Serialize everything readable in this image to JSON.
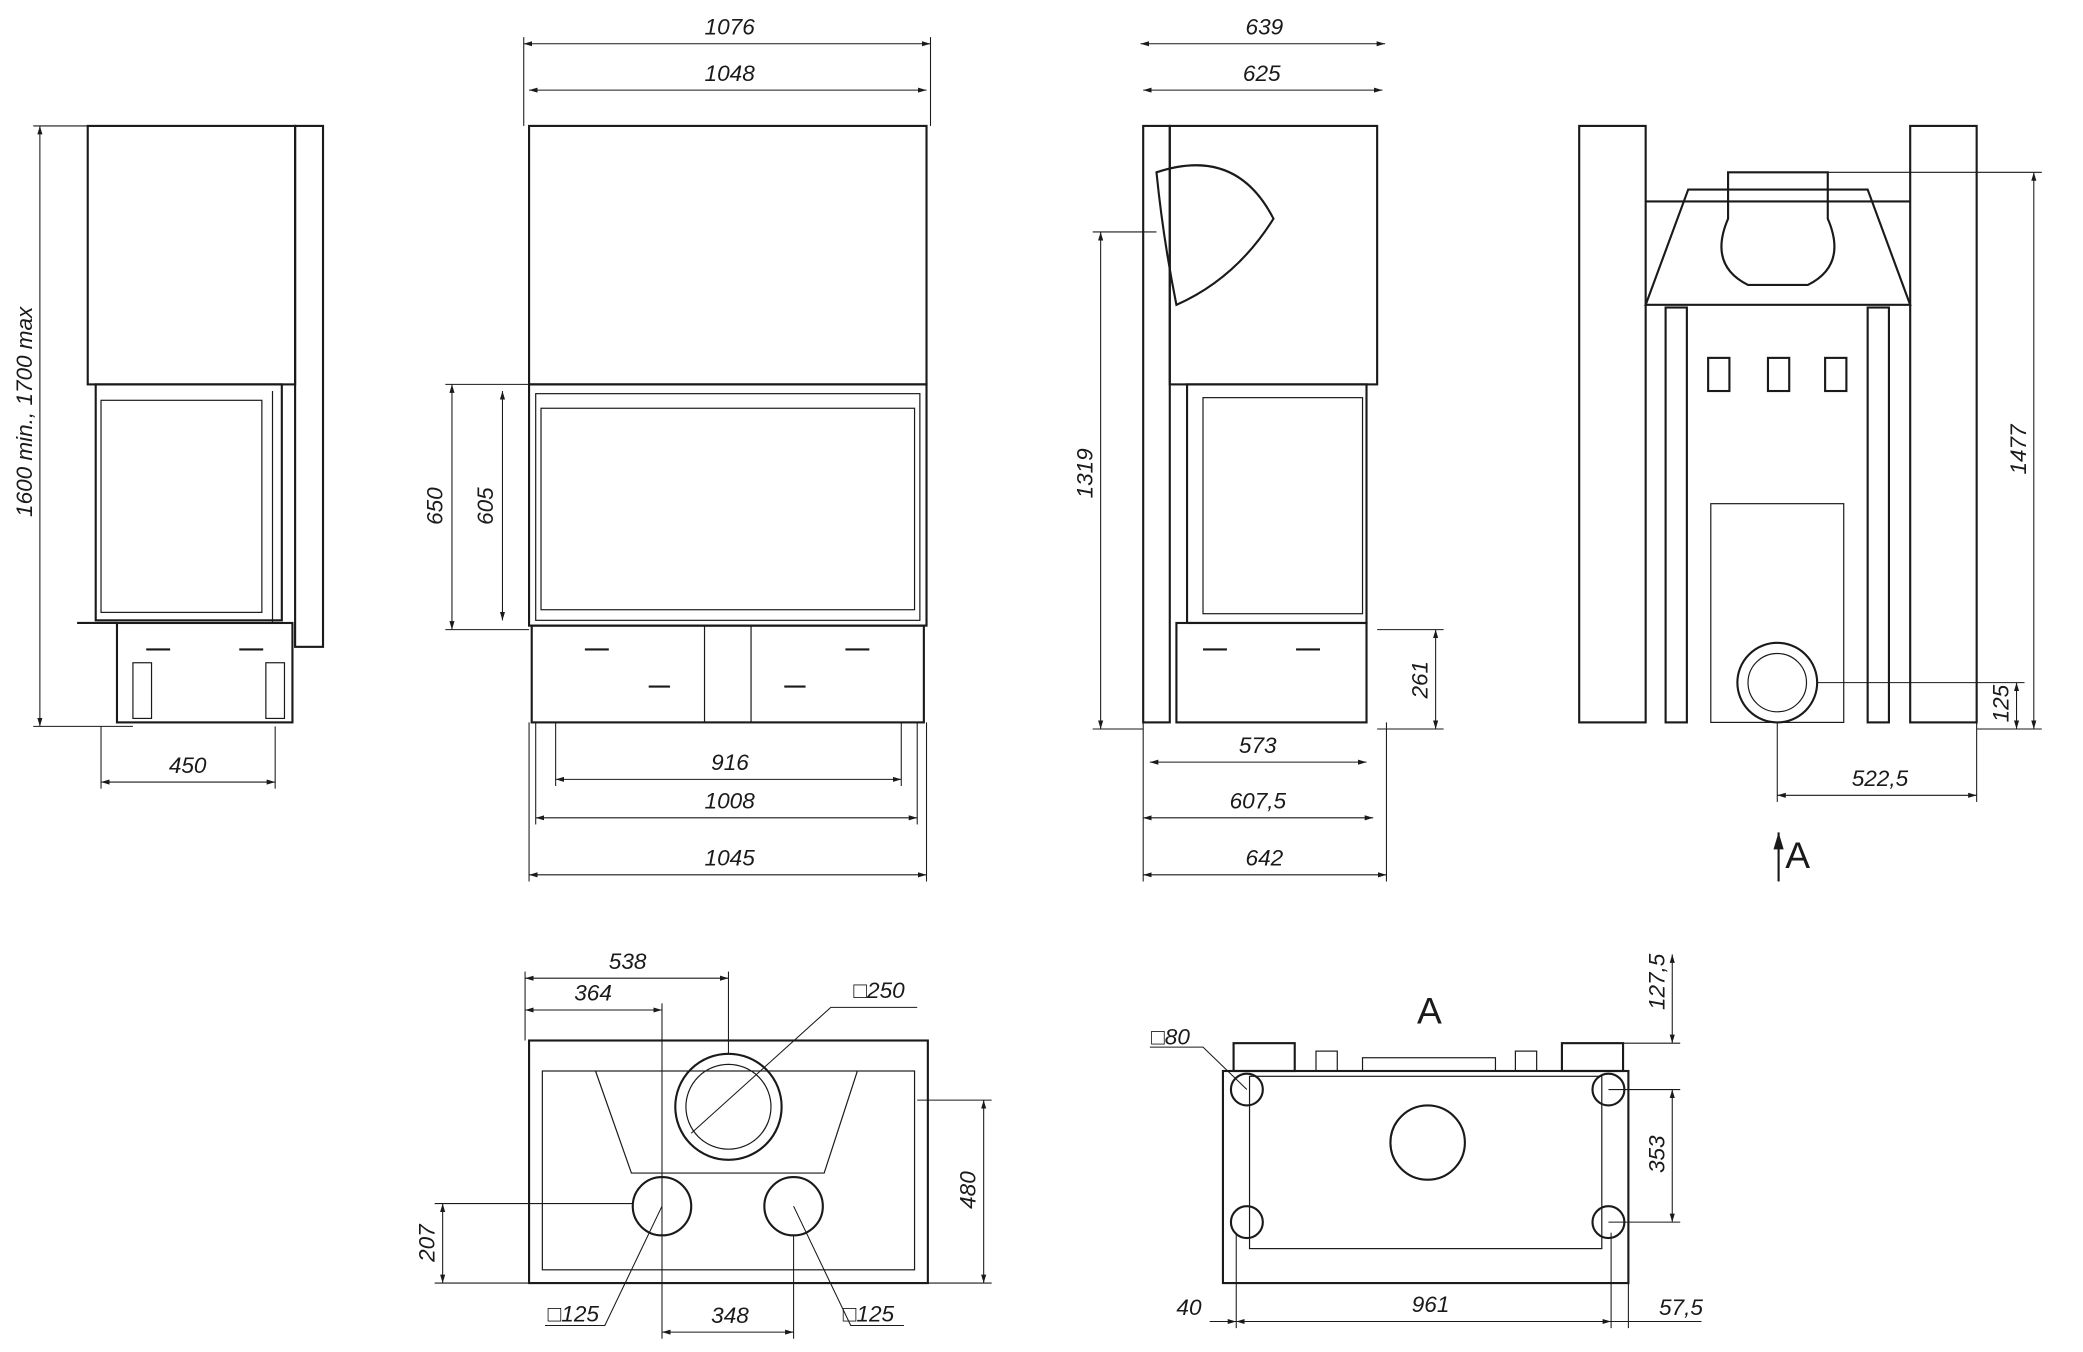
{
  "title": "Fireplace insert dimension drawing",
  "side_view_left": {
    "height": "1600 min., 1700 max",
    "depth": "450"
  },
  "front_view": {
    "w_outer": "1076",
    "w_top": "1048",
    "h_door": "650",
    "h_glass": "605",
    "w_glass": "916",
    "w_frame": "1008",
    "w_base": "1045"
  },
  "side_view_right": {
    "w_outer": "639",
    "w_top": "625",
    "h_flue": "1319",
    "h_base": "261",
    "w_glass": "573",
    "w_frame": "607,5",
    "w_base": "642"
  },
  "rear_view": {
    "h_flue": "1477",
    "h_air": "125",
    "w_air": "522,5",
    "view_marker": "A"
  },
  "top_view": {
    "d1": "538",
    "d2": "364",
    "flue": "□250",
    "depth": "480",
    "air_depth": "207",
    "air_spacing": "348",
    "air_left": "□125",
    "air_right": "□125"
  },
  "bottom_view": {
    "marker": "A",
    "foot": "□80",
    "d_top": "127,5",
    "d_feet": "353",
    "d_left": "40",
    "d_width": "961",
    "d_right": "57,5"
  }
}
